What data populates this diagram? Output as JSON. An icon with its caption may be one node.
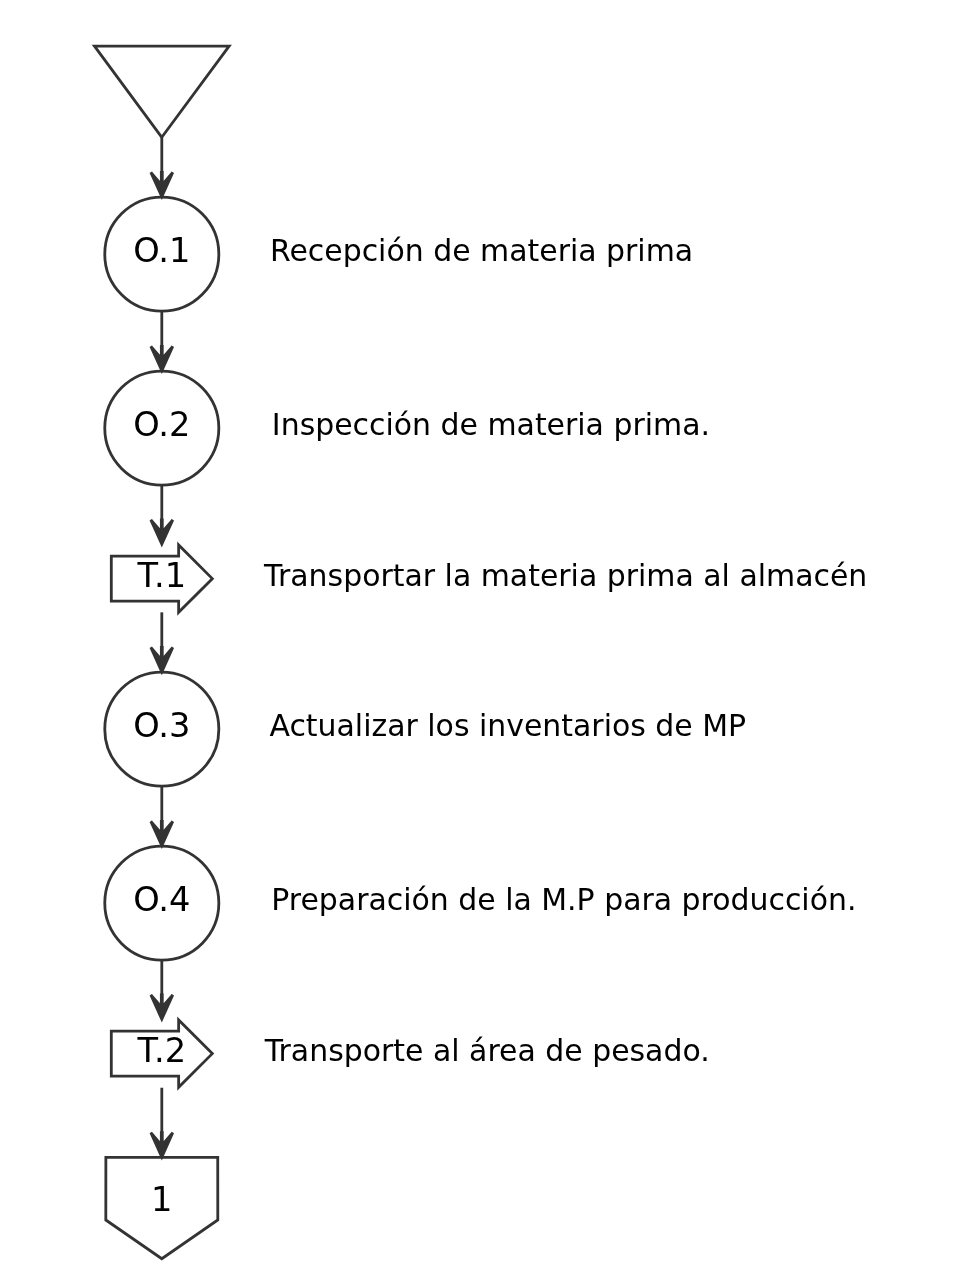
{
  "diagram": {
    "nodes": [
      {
        "text": [],
        "shape": "triangle"
      },
      {
        "text": [
          "O.1"
        ],
        "beside": [
          "Recepción de materia prima"
        ]
      },
      {
        "text": [
          "O.2"
        ],
        "beside": [
          "Inspección de materia prima."
        ]
      },
      {
        "text": [
          "T.1"
        ],
        "beside": [
          "Transportar la materia prima al almacén"
        ]
      },
      {
        "text": [
          "O.3"
        ],
        "beside": [
          "Actualizar los inventarios de MP"
        ]
      },
      {
        "text": [
          "O.4"
        ],
        "beside": [
          "Preparación de la M.P para producción."
        ]
      },
      {
        "text": [
          "T.2"
        ],
        "beside": [
          "Transporte al área de pesado."
        ]
      },
      {
        "text": [
          "1"
        ]
      }
    ],
    "edges": [
      {
        "from": 0,
        "to": 1,
        "arrow": "to"
      },
      {
        "from": 1,
        "to": 2,
        "arrow": "to"
      },
      {
        "from": 2,
        "to": 3,
        "arrow": "to"
      },
      {
        "from": 3,
        "to": 4,
        "arrow": "to"
      },
      {
        "from": 4,
        "to": 5,
        "arrow": "to"
      },
      {
        "from": 5,
        "to": 6,
        "arrow": "to"
      },
      {
        "from": 6,
        "to": 7,
        "arrow": "to"
      }
    ]
  }
}
